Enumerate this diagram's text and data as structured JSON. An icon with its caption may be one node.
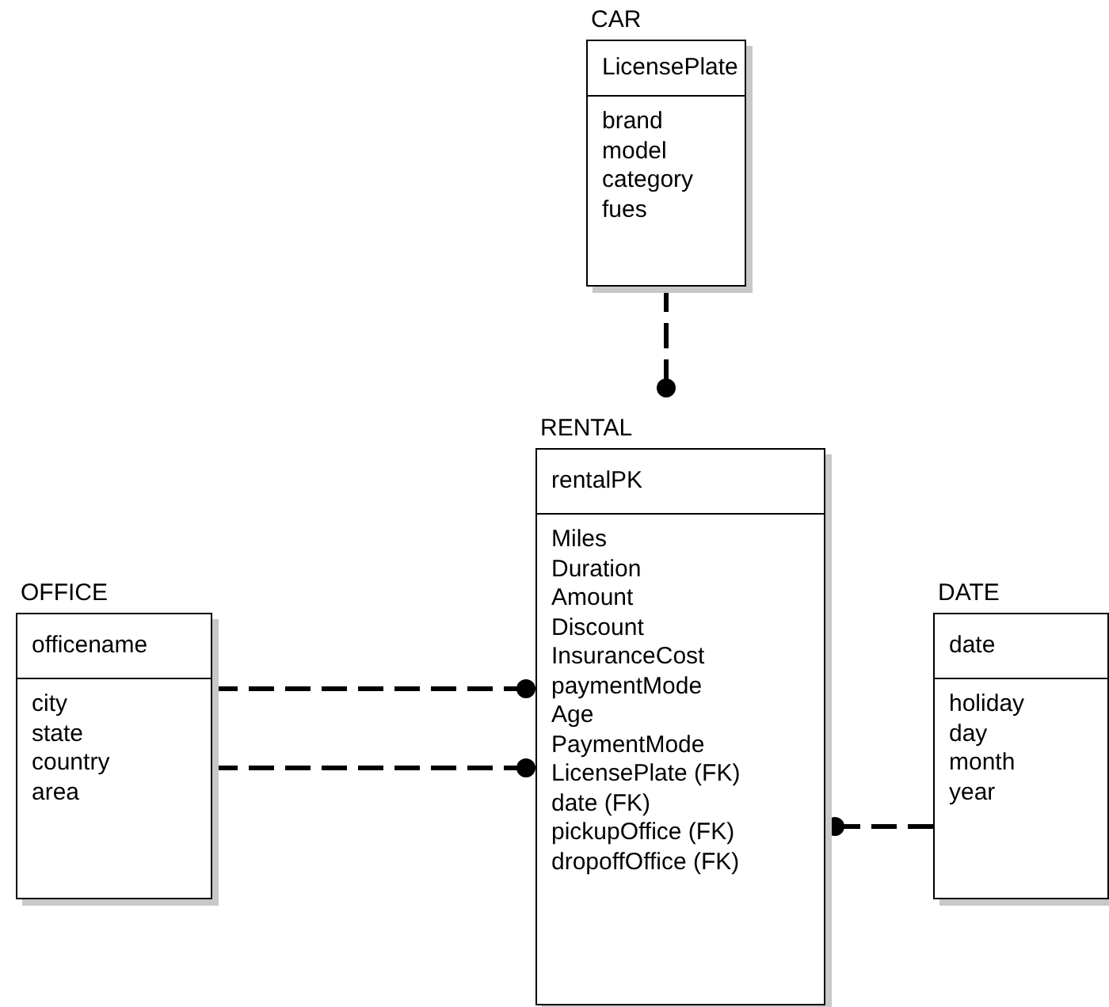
{
  "diagram": {
    "nodes": [
      {
        "text": [
          "CAR",
          "LicensePlate",
          "brand",
          "model",
          "category",
          "fues"
        ]
      },
      {
        "text": [
          "RENTAL",
          "rentalPK",
          "Miles",
          "Duration",
          "Amount",
          "Discount",
          "InsuranceCost",
          "paymentMode",
          "Age",
          "PaymentMode",
          "LicensePlate (FK)",
          "date (FK)",
          "pickupOffice (FK)",
          "dropoffOffice (FK)"
        ]
      },
      {
        "text": [
          "OFFICE",
          "officename",
          "city",
          "state",
          "country",
          "area"
        ]
      },
      {
        "text": [
          "DATE",
          "date",
          "holiday",
          "day",
          "month",
          "year"
        ]
      }
    ],
    "edges": [
      {
        "from": 0,
        "to": 1,
        "arrow": "other",
        "style": "dashed"
      },
      {
        "from": 2,
        "to": 1,
        "arrow": "other",
        "style": "dashed"
      },
      {
        "from": 2,
        "to": 1,
        "arrow": "other",
        "style": "dashed"
      },
      {
        "from": 3,
        "to": 1,
        "arrow": "other",
        "style": "dashed"
      }
    ]
  }
}
